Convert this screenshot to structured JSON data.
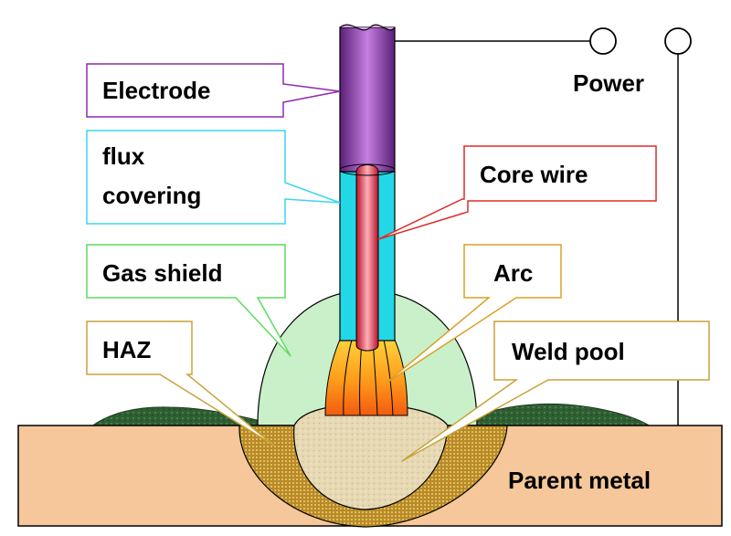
{
  "labels": {
    "electrode": "Electrode",
    "flux_line1": "flux",
    "flux_line2": "covering",
    "core_wire": "Core wire",
    "gas_shield": "Gas shield",
    "arc": "Arc",
    "haz": "HAZ",
    "weld_pool": "Weld pool",
    "power": "Power",
    "parent_metal": "Parent metal"
  },
  "colors": {
    "electrode_box": "#8e2ab0",
    "flux_box": "#3ad5f0",
    "core_box": "#e02a2a",
    "gas_box": "#5ddc5d",
    "arc_box": "#d8a028",
    "haz_box": "#c8a23a",
    "weld_box": "#c8a23a",
    "parent_metal": "#f5c79a",
    "electrode": "#8e3fae",
    "flux": "#22d8e6",
    "core": "#f03c5a",
    "gas": "#c9f0c9",
    "slag": "#3a6a3a"
  }
}
